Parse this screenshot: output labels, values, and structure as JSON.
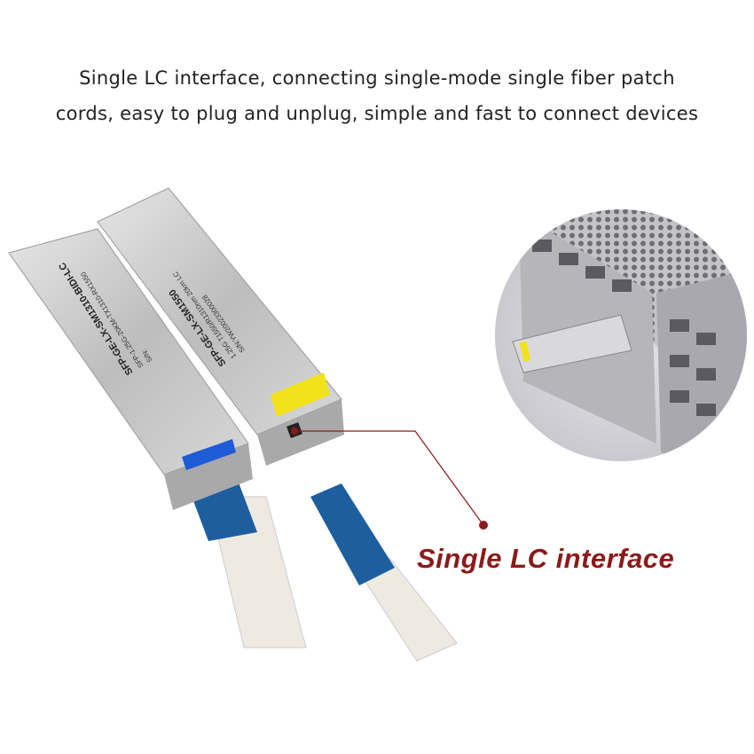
{
  "header": {
    "line1": "Single LC interface, connecting single-mode single fiber patch",
    "line2": "cords, easy to plug and unplug, simple and fast to connect devices"
  },
  "callout": {
    "label": "Single LC interface",
    "color": "#8b1a1a"
  },
  "modules": [
    {
      "model": "SFP-GE-LX-SM1310-BIDI-LC",
      "spec": "SFP-1.25G-20KM-TX1310-RX1550",
      "sn": "S/N:",
      "port_color": "#1e5bd6"
    },
    {
      "model": "SFP-GE-LX-SM1550",
      "spec": "1.25G T1550/R1310nm 20km LC",
      "sn": "S/N:YW20023300028",
      "port_color": "#f2e21a"
    }
  ]
}
